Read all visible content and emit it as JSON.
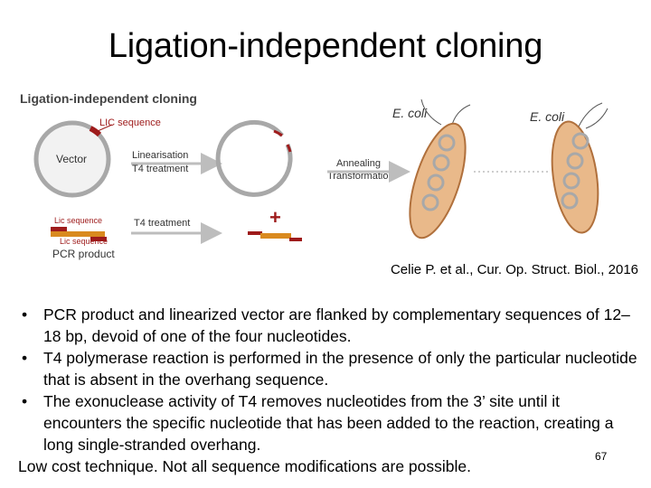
{
  "slide": {
    "title": "Ligation-independent cloning",
    "citation": "Celie P. et al., Cur. Op. Struct. Biol., 2016",
    "page_number": "67"
  },
  "figure": {
    "heading": "Ligation-independent cloning",
    "lic_sequence_label": "LIC sequence",
    "vector_label": "Vector",
    "linearisation_label": "Linearisation",
    "t4_treatment_label": "T4 treatment",
    "annealing_label": "Annealing",
    "transformation_label": "Transformation",
    "ecoli_label_1": "E. coli",
    "ecoli_label_2": "E. coli",
    "lic_seq_small_1": "Lic sequence",
    "lic_seq_small_2": "Lic sequence",
    "t4_treatment_label_2": "T4 treatment",
    "pcr_product_label": "PCR product",
    "plus_sign": "+",
    "colors": {
      "vector_gray": "#a8a8a8",
      "lic_red": "#9e1b1b",
      "insert_orange": "#d98a1f",
      "bacterium_fill": "#e9b98a",
      "bacterium_stroke": "#b0703c",
      "arrow_gray": "#bdbdbd"
    }
  },
  "bullets": [
    "PCR product and linearized vector are flanked by complementary sequences of 12–18 bp, devoid of one of the four nucleotides.",
    "T4 polymerase reaction is performed in the presence of only the particular nucleotide that is absent in the overhang sequence.",
    "The exonuclease activity of T4 removes nucleotides from the 3’ site until it encounters the specific nucleotide that has been added to the reaction, creating a long single-stranded overhang."
  ],
  "closing_line": "Low cost technique. Not all sequence modifications are possible."
}
